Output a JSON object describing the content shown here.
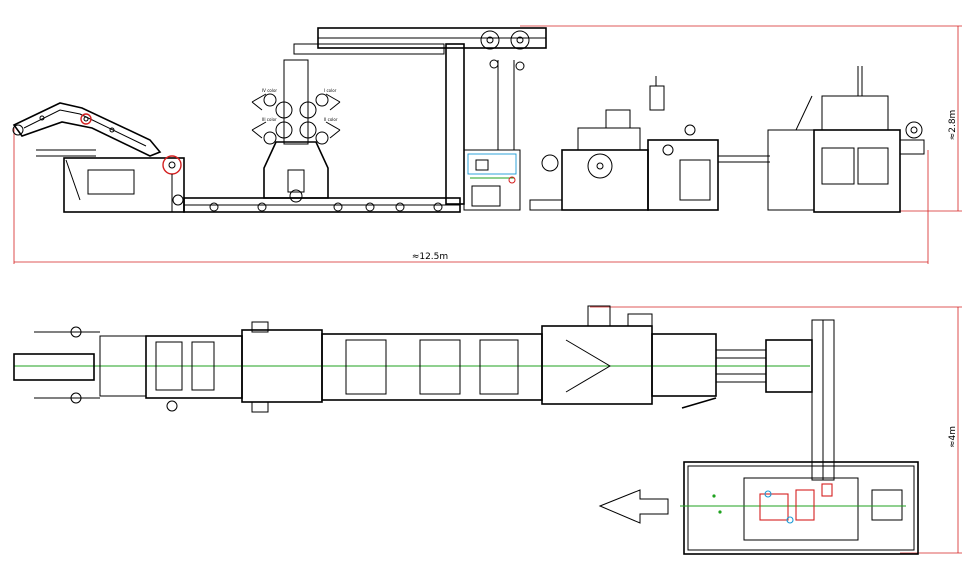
{
  "dimensions": {
    "length": "≈12.5m",
    "height": "≈2.8m",
    "width": "≈4m"
  },
  "print_units": {
    "unit_4": "IV color",
    "unit_1": "I color",
    "unit_3": "III color",
    "unit_2": "II color"
  },
  "colors": {
    "dimension_line": "#d42020",
    "center_axis": "#1fa21f",
    "ink": "#000000",
    "accent_blue": "#1a9ad6",
    "accent_red": "#d42020"
  },
  "icons": {
    "output_direction": "arrow-left-icon"
  }
}
